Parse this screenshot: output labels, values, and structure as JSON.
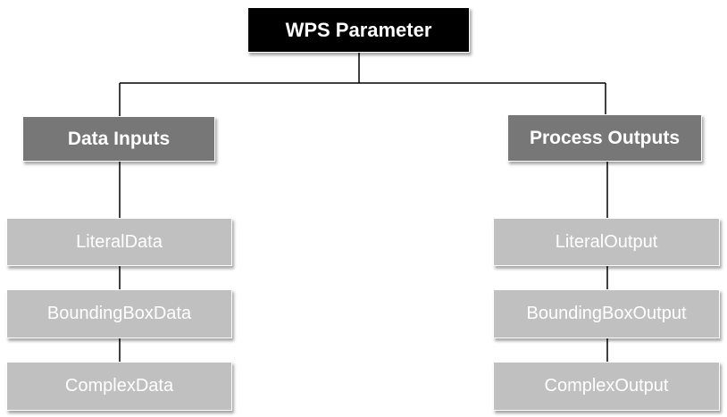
{
  "root": {
    "label": "WPS Parameter"
  },
  "inputs": {
    "label": "Data Inputs",
    "items": [
      "LiteralData",
      "BoundingBoxData",
      "ComplexData"
    ]
  },
  "outputs": {
    "label": "Process Outputs",
    "items": [
      "LiteralOutput",
      "BoundingBoxOutput",
      "ComplexOutput"
    ]
  },
  "colors": {
    "root_fill": "#000000",
    "group_fill": "#777777",
    "leaf_fill": "#c0c0c0",
    "text": "#ffffff",
    "connector": "#000000"
  }
}
